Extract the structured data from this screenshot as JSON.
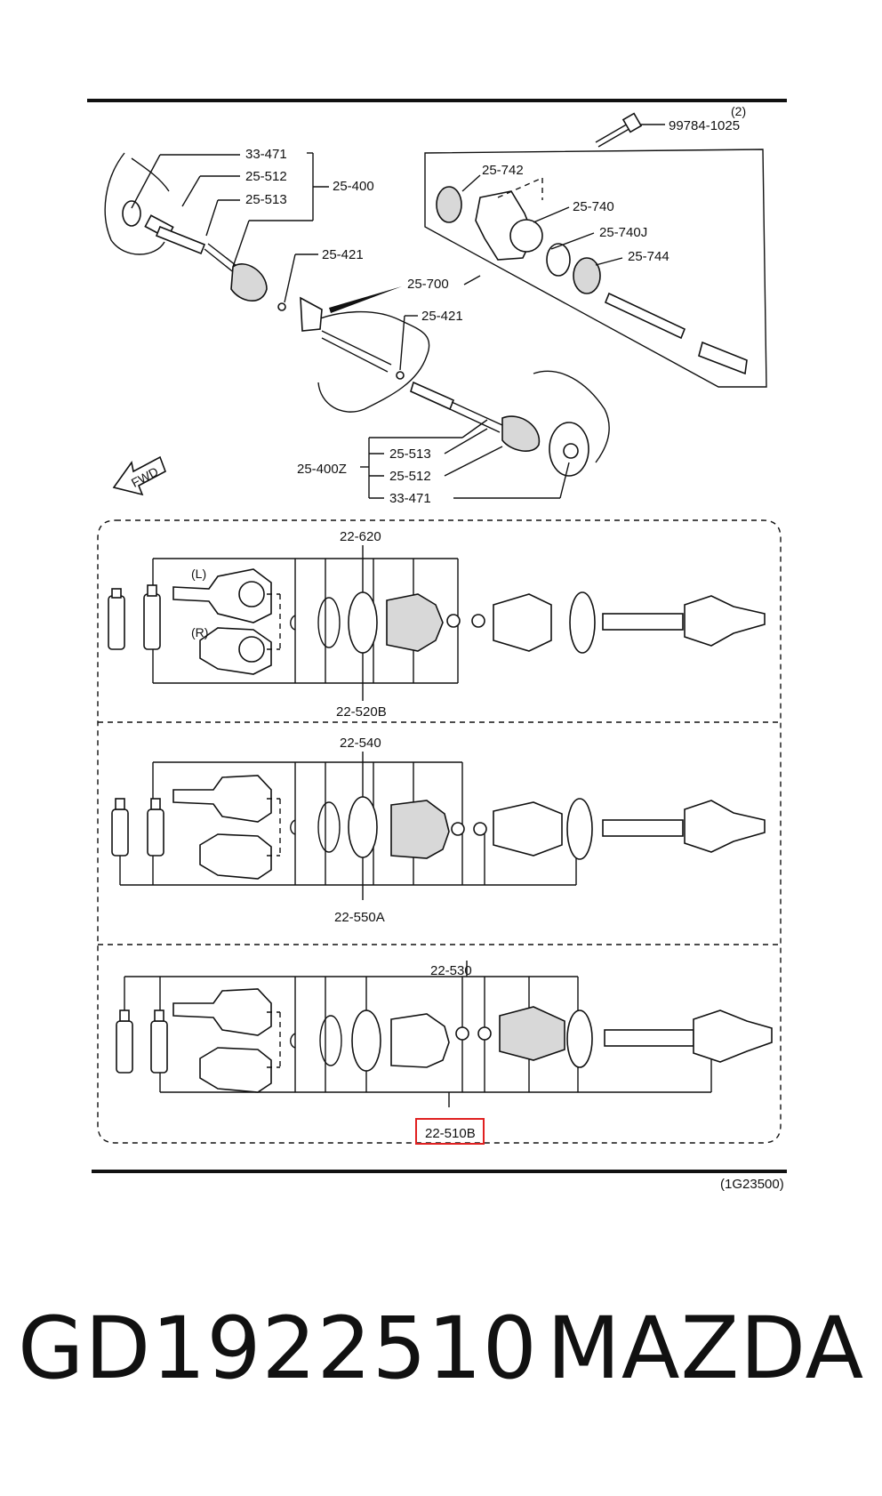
{
  "top_labels": {
    "l_33471": "33-471",
    "l_25512": "25-512",
    "l_25513": "25-513",
    "l_25400": "25-400",
    "l_25421a": "25-421",
    "l_25421b": "25-421",
    "l_25700": "25-700",
    "l_bolt_qty": "(2)",
    "l_99784": "99784-1025",
    "l_25742": "25-742",
    "l_25740": "25-740",
    "l_25740J": "25-740J",
    "l_25744": "25-744",
    "l_25400Z": "25-400Z",
    "l_25513b": "25-513",
    "l_25512b": "25-512",
    "l_33471b": "33-471",
    "fwd": "FWD"
  },
  "panel1": {
    "top": "22-620",
    "left_L": "(L)",
    "left_R": "(R)",
    "bottom": "22-520B"
  },
  "panel2": {
    "top": "22-540",
    "bottom": "22-550A"
  },
  "panel3": {
    "top": "22-530",
    "bottom": "22-510B"
  },
  "figure_code": "(1G23500)",
  "caption": {
    "part_number": "GD1922510",
    "brand": "MAZDA"
  },
  "colors": {
    "highlight": "#e02020"
  }
}
